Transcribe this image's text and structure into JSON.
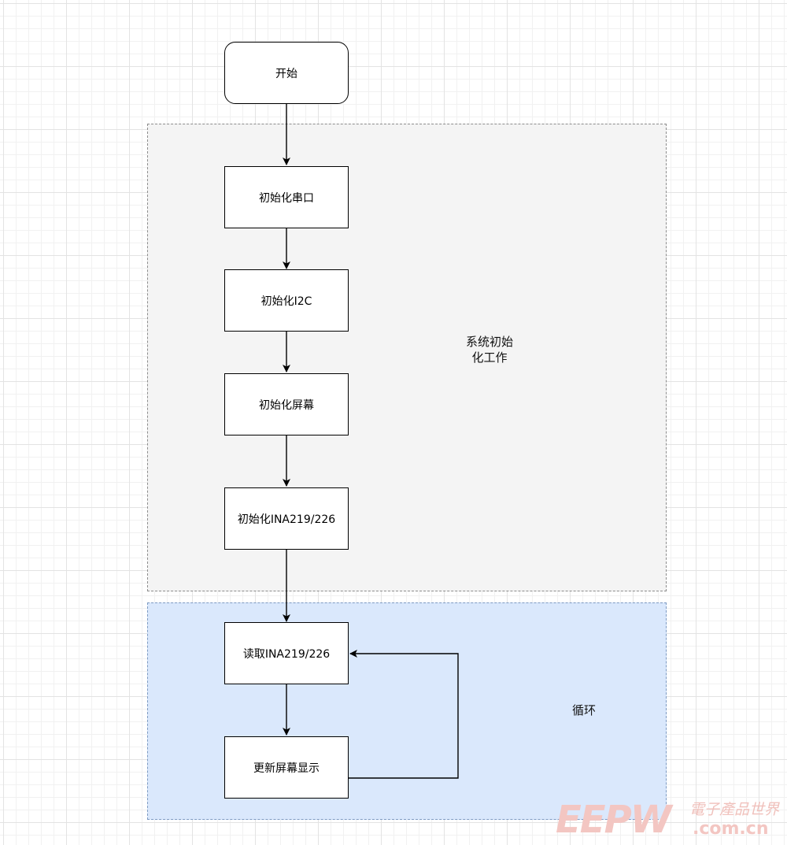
{
  "diagram": {
    "groups": {
      "init": {
        "label": "系统初始\n化工作",
        "fill": "#f4f4f4",
        "border": "#8c8c8c"
      },
      "loop": {
        "label": "循环",
        "fill": "#dae8fc",
        "border": "#7d9ac2"
      }
    },
    "nodes": {
      "start": "开始",
      "init_uart": "初始化串口",
      "init_i2c": "初始化I2C",
      "init_screen": "初始化屏幕",
      "init_ina": "初始化INA219/226",
      "read_ina": "读取INA219/226",
      "update_screen": "更新屏幕显示"
    },
    "edges": [
      [
        "start",
        "init_uart"
      ],
      [
        "init_uart",
        "init_i2c"
      ],
      [
        "init_i2c",
        "init_screen"
      ],
      [
        "init_screen",
        "init_ina"
      ],
      [
        "init_ina",
        "read_ina"
      ],
      [
        "read_ina",
        "update_screen"
      ],
      [
        "update_screen",
        "read_ina"
      ]
    ]
  },
  "watermark": {
    "logo": "EEPW",
    "cn_text": "電子產品世界",
    "url": ".com.cn",
    "color": "#f3c6c2"
  }
}
